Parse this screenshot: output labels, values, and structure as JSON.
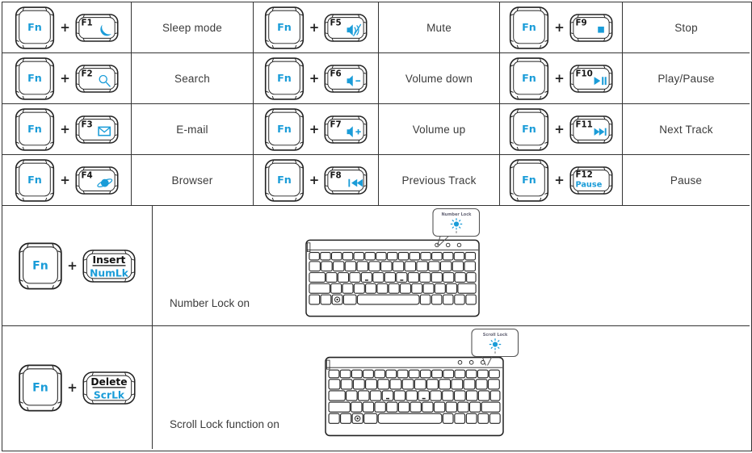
{
  "colors": {
    "accent": "#1a9cd8",
    "grid_line": "#333333",
    "label_text": "#3b3b3b"
  },
  "keys": {
    "fn": "Fn",
    "plus": "+"
  },
  "shortcuts": [
    {
      "fkey": "F1",
      "icon": "moon-icon",
      "action": "Sleep mode"
    },
    {
      "fkey": "F5",
      "icon": "mute-icon",
      "action": "Mute"
    },
    {
      "fkey": "F9",
      "icon": "stop-icon",
      "action": "Stop"
    },
    {
      "fkey": "F2",
      "icon": "search-icon",
      "action": "Search"
    },
    {
      "fkey": "F6",
      "icon": "volume-down-icon",
      "action": "Volume down"
    },
    {
      "fkey": "F10",
      "icon": "play-pause-icon",
      "action": "Play/Pause"
    },
    {
      "fkey": "F3",
      "icon": "email-icon",
      "action": "E-mail"
    },
    {
      "fkey": "F7",
      "icon": "volume-up-icon",
      "action": "Volume up"
    },
    {
      "fkey": "F11",
      "icon": "next-track-icon",
      "action": "Next Track"
    },
    {
      "fkey": "F4",
      "icon": "browser-icon",
      "action": "Browser"
    },
    {
      "fkey": "F8",
      "icon": "previous-track-icon",
      "action": "Previous Track"
    },
    {
      "fkey": "F12",
      "icon": "none",
      "sub": "Pause",
      "action": "Pause"
    }
  ],
  "lock_shortcuts": [
    {
      "key_top": "Insert",
      "key_bottom": "NumLk",
      "caption": "Number Lock on",
      "callout_label": "Number Lock"
    },
    {
      "key_top": "Delete",
      "key_bottom": "ScrLk",
      "caption": "Scroll Lock function on",
      "callout_label": "Scroll Lock"
    }
  ]
}
